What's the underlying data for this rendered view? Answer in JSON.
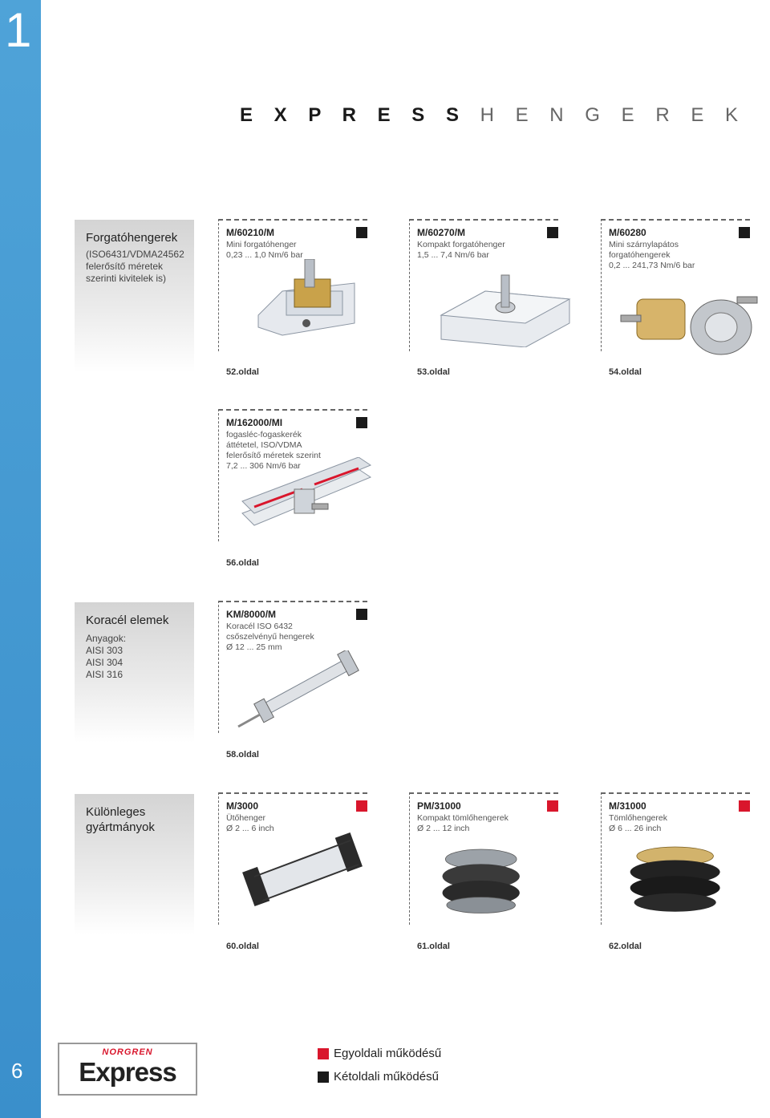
{
  "sidebar": {
    "chapter": "1",
    "page": "6"
  },
  "title": {
    "bold": "E X P R E S S",
    "light": "H E N G E R E K"
  },
  "colors": {
    "sidebar": "#3a8fcb",
    "single_acting": "#d9162c",
    "double_acting": "#1a1a1a"
  },
  "categories": [
    {
      "title": "Forgatóhengerek",
      "lines": [
        "(ISO6431/VDMA24562",
        "felerősítő méretek",
        "szerinti kivitelek is)"
      ]
    },
    {
      "title": "Koracél  elemek",
      "lines": [
        "Anyagok:",
        "AISI 303",
        "AISI 304",
        "AISI 316"
      ]
    },
    {
      "title": "Különleges gyártmányok",
      "lines": []
    }
  ],
  "products": [
    {
      "code": "M/60210/M",
      "desc": [
        "Mini forgatóhenger",
        "0,23 ... 1,0 Nm/6 bar"
      ],
      "page": "52.oldal",
      "marker": "double"
    },
    {
      "code": "M/60270/M",
      "desc": [
        "Kompakt forgatóhenger",
        "1,5 ... 7,4 Nm/6 bar"
      ],
      "page": "53.oldal",
      "marker": "double"
    },
    {
      "code": "M/60280",
      "desc": [
        "Mini szárnylapátos",
        "forgatóhengerek",
        "0,2 ... 241,73 Nm/6 bar"
      ],
      "page": "54.oldal",
      "marker": "double"
    },
    {
      "code": "M/162000/MI",
      "desc": [
        "fogasléc-fogaskerék",
        "áttétetel, ISO/VDMA",
        "felerősítő méretek szerint",
        "7,2 ... 306 Nm/6 bar"
      ],
      "page": "56.oldal",
      "marker": "double"
    },
    {
      "code": "KM/8000/M",
      "desc": [
        "Koracél ISO 6432",
        "csőszelvényű hengerek",
        "Ø 12 ... 25 mm"
      ],
      "page": "58.oldal",
      "marker": "double"
    },
    {
      "code": "M/3000",
      "desc": [
        "Ütőhenger",
        "Ø 2 ... 6 inch"
      ],
      "page": "60.oldal",
      "marker": "single"
    },
    {
      "code": "PM/31000",
      "desc": [
        "Kompakt tömlőhengerek",
        "Ø 2 ... 12 inch"
      ],
      "page": "61.oldal",
      "marker": "single"
    },
    {
      "code": "M/31000",
      "desc": [
        "Tömlőhengerek",
        "Ø 6 ... 26 inch"
      ],
      "page": "62.oldal",
      "marker": "single"
    }
  ],
  "logo": {
    "brand": "NORGREN",
    "word": "Express"
  },
  "legend": [
    {
      "label": "Egyoldali működésű",
      "marker": "single"
    },
    {
      "label": "Kétoldali működésű",
      "marker": "double"
    }
  ]
}
